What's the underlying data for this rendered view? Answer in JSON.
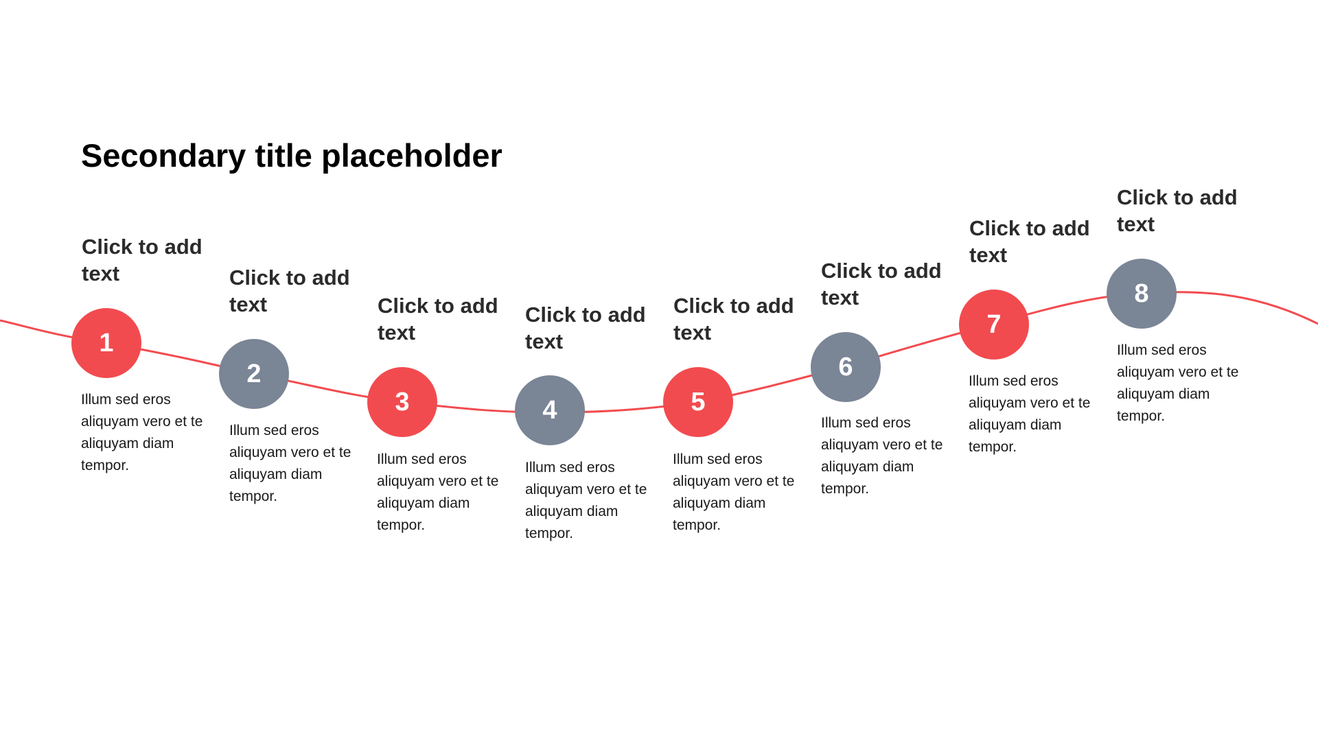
{
  "title": "Secondary title placeholder",
  "colors": {
    "accent": "#f24b4f",
    "secondary": "#7a8596",
    "curve": "#f24b4f",
    "heading_text": "#2b2b2b",
    "body_text": "#1a1a1a"
  },
  "steps": [
    {
      "number": "1",
      "heading": "Click to add text",
      "body": "Illum sed eros aliquyam vero et te aliquyam diam tempor.",
      "color": "red"
    },
    {
      "number": "2",
      "heading": "Click to add text",
      "body": "Illum sed eros aliquyam vero et te aliquyam diam tempor.",
      "color": "grey"
    },
    {
      "number": "3",
      "heading": "Click to add text",
      "body": "Illum sed eros aliquyam vero et te aliquyam diam tempor.",
      "color": "red"
    },
    {
      "number": "4",
      "heading": "Click to add text",
      "body": "Illum sed eros aliquyam vero et te aliquyam diam tempor.",
      "color": "grey"
    },
    {
      "number": "5",
      "heading": "Click to add text",
      "body": "Illum sed eros aliquyam vero et te aliquyam diam tempor.",
      "color": "red"
    },
    {
      "number": "6",
      "heading": "Click to add text",
      "body": "Illum sed eros aliquyam vero et te aliquyam diam tempor.",
      "color": "grey"
    },
    {
      "number": "7",
      "heading": "Click to add text",
      "body": "Illum sed eros aliquyam vero et te aliquyam diam tempor.",
      "color": "red"
    },
    {
      "number": "8",
      "heading": "Click to add text",
      "body": "Illum sed eros aliquyam vero et te aliquyam diam tempor.",
      "color": "grey"
    }
  ]
}
